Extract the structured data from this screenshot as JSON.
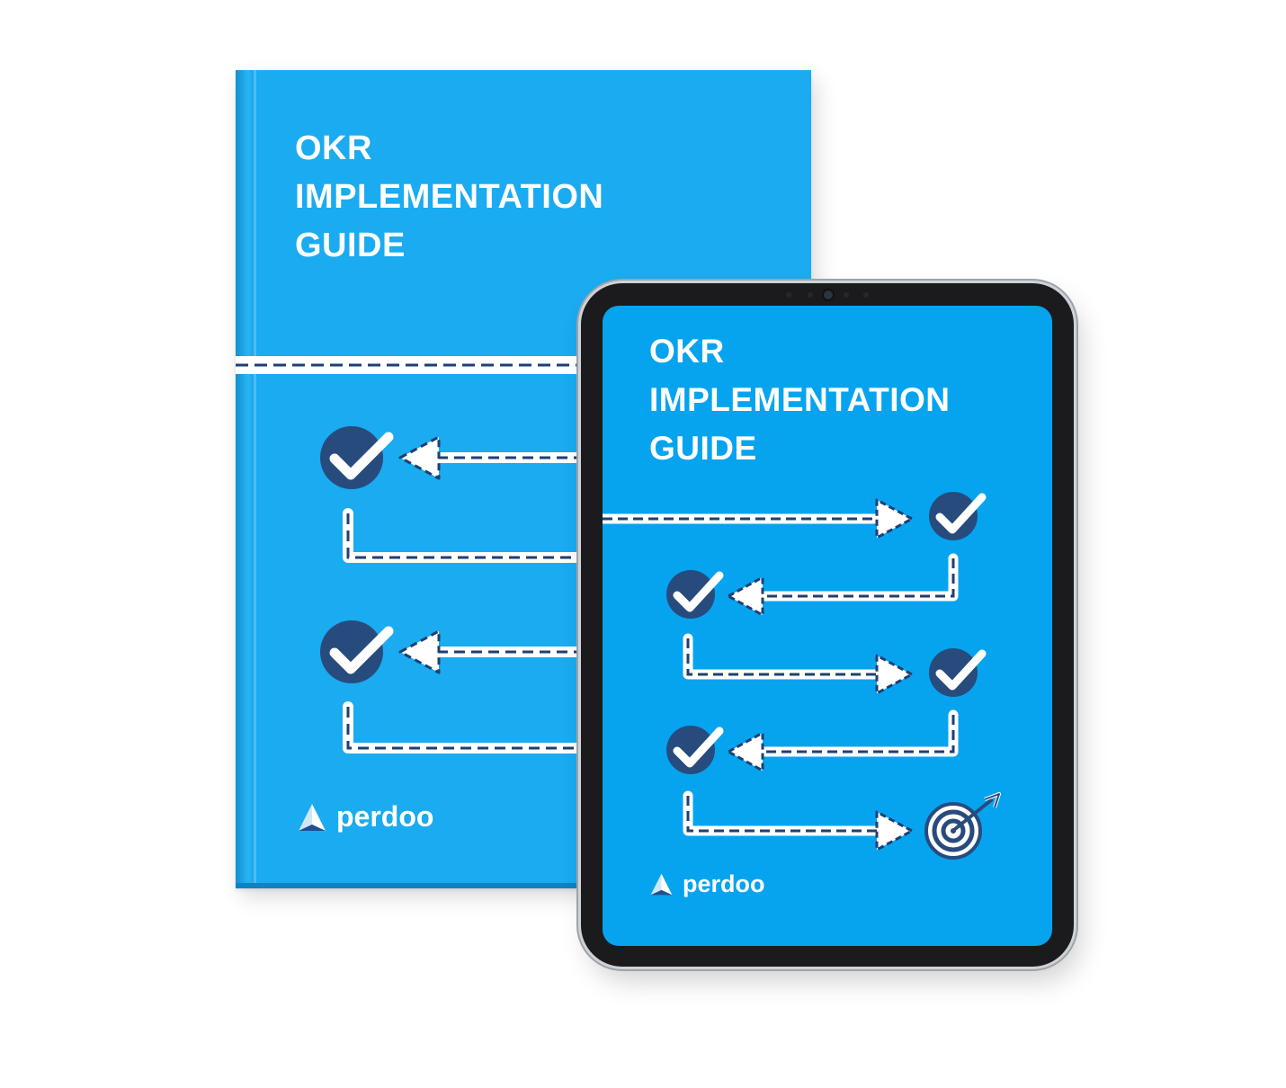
{
  "book": {
    "title_lines": [
      "OKR",
      "IMPLEMENTATION",
      "GUIDE"
    ],
    "brand": "perdoo"
  },
  "tablet": {
    "title_lines": [
      "OKR",
      "IMPLEMENTATION",
      "GUIDE"
    ],
    "brand": "perdoo"
  },
  "colors": {
    "cover_blue": "#1aabf0",
    "screen_blue": "#06a4ef",
    "check_circle": "#284b7e",
    "dash": "#1f3f73",
    "white": "#ffffff"
  },
  "icons": [
    "check-circle-icon",
    "arrow-left-icon",
    "arrow-right-icon",
    "target-icon",
    "perdoo-logo-icon"
  ]
}
